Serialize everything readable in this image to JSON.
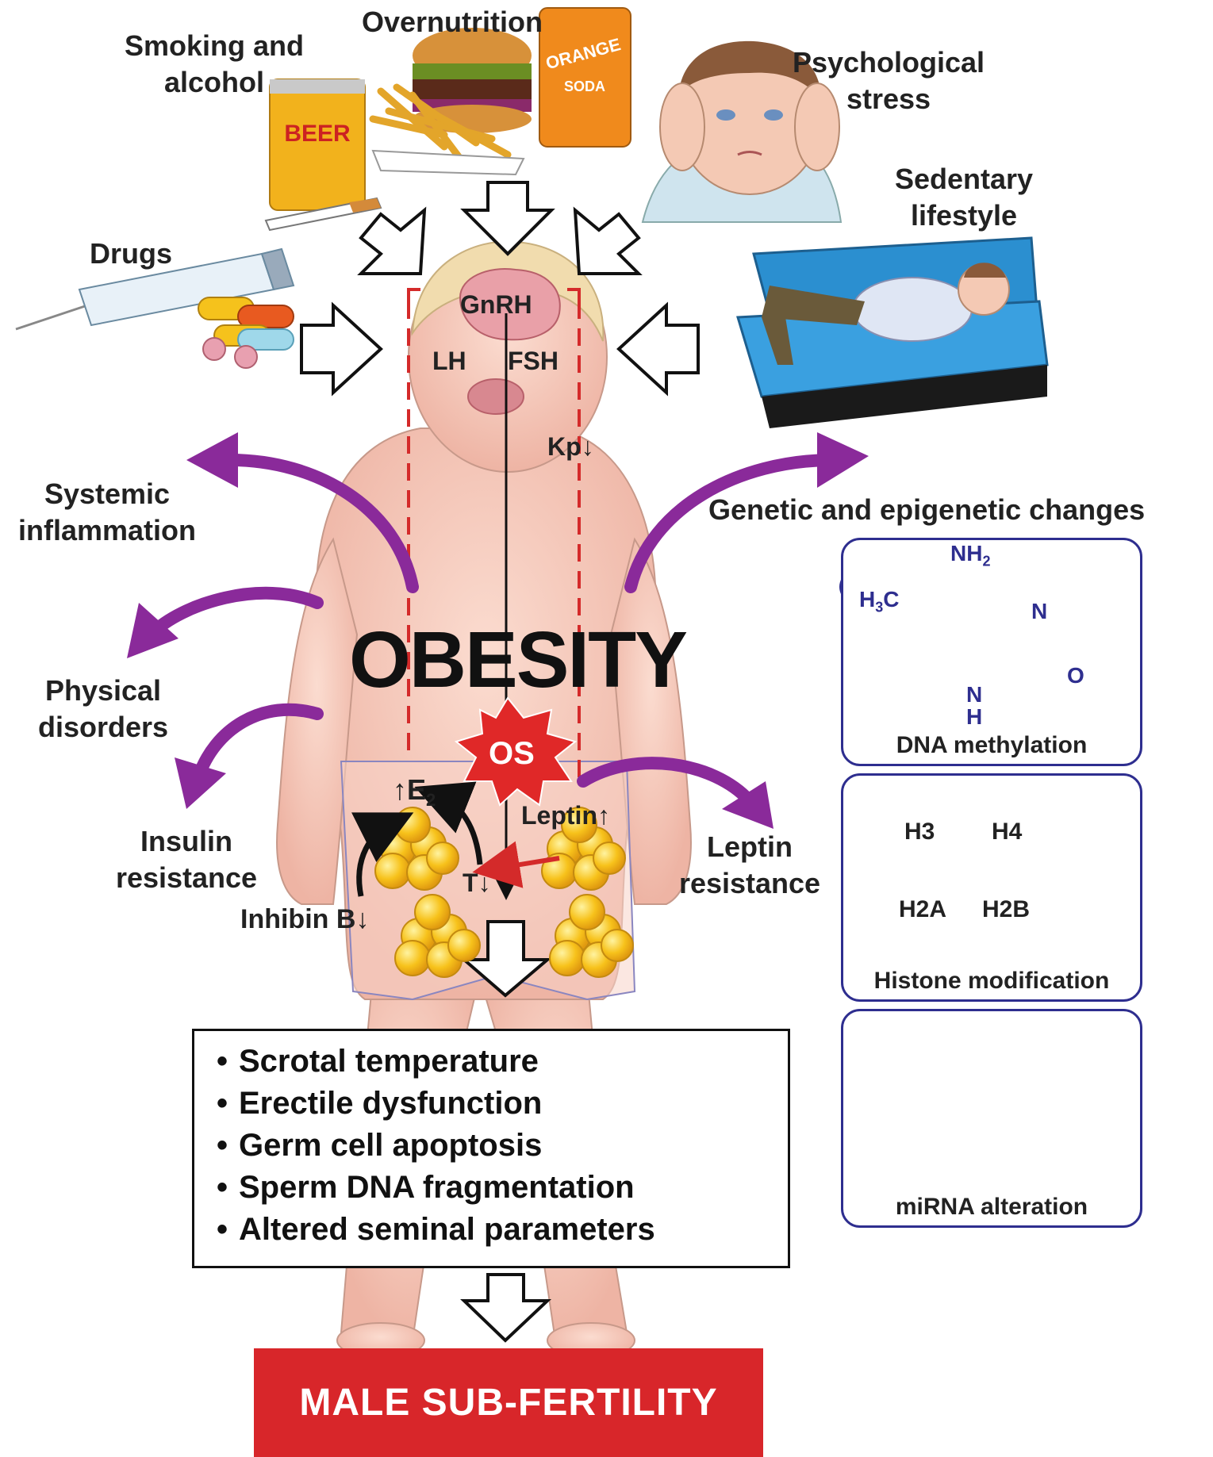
{
  "factors": {
    "smoking": [
      "Smoking and",
      "alcohol"
    ],
    "overnutrition": "Overnutrition",
    "stress": [
      "Psychological",
      "stress"
    ],
    "sedentary": [
      "Sedentary",
      "lifestyle"
    ],
    "drugs": "Drugs"
  },
  "can_labels": {
    "beer": "BEER",
    "orange": "ORANGE",
    "soda": "SODA"
  },
  "hormones": {
    "gnrh": "GnRH",
    "lh": "LH",
    "fsh": "FSH",
    "kp": "Kp",
    "e2": "E",
    "e2_sub": "2",
    "leptin": "Leptin",
    "t": "T",
    "inhibin": "Inhibin B",
    "os": "OS"
  },
  "center_title": "OBESITY",
  "effects": {
    "systemic": [
      "Systemic",
      "inflammation"
    ],
    "physical": [
      "Physical",
      "disorders"
    ],
    "insulin": [
      "Insulin",
      "resistance"
    ],
    "leptin_res": [
      "Leptin",
      "resistance"
    ],
    "genetic": "Genetic and epigenetic changes"
  },
  "epigenetic": {
    "dna": {
      "caption": "DNA methylation",
      "methyl": "H",
      "methyl_sub": "3",
      "methyl_c": "C",
      "nh2": "NH",
      "nh2_sub": "2",
      "n": "N",
      "o": "O",
      "nh": "N",
      "h": "H"
    },
    "histone": {
      "caption": "Histone modification",
      "labels": [
        "H3",
        "H4",
        "H2A",
        "H2B"
      ],
      "colors": [
        "#7fcf3a",
        "#2f8fd0",
        "#ef7a22",
        "#7b3da2"
      ]
    },
    "mirna": {
      "caption": "miRNA alteration"
    }
  },
  "outcomes": [
    "Scrotal temperature",
    "Erectile dysfunction",
    "Germ cell apoptosis",
    "Sperm DNA fragmentation",
    "Altered seminal parameters"
  ],
  "result": "MALE SUB-FERTILITY",
  "colors": {
    "purple_arrow": "#8a2a9a",
    "red_dash": "#d42a2a",
    "skin": "#f4c9bb",
    "box_border": "#2e2e8f",
    "banner": "#d8262a",
    "fat_cell": "#f6c21e"
  }
}
